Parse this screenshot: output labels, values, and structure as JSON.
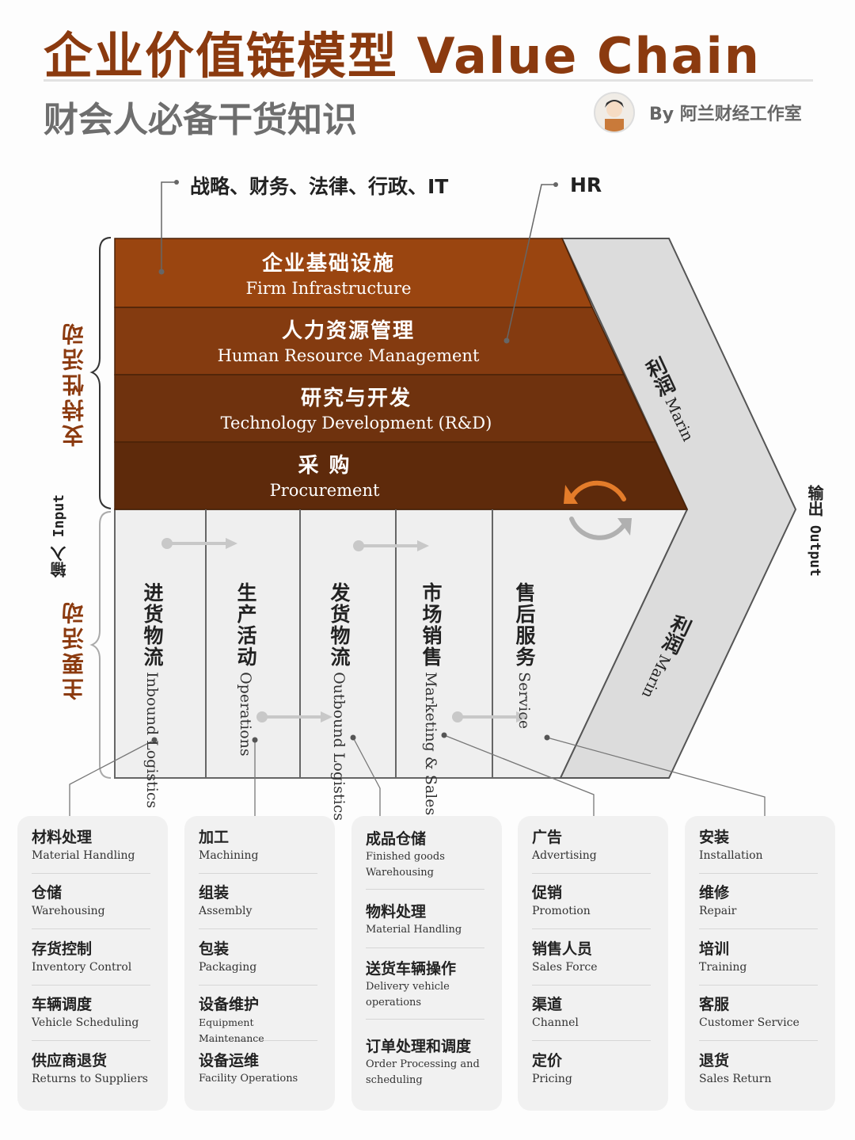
{
  "header": {
    "title": "企业价值链模型 Value Chain",
    "subtitle": "财会人必备干货知识",
    "author": "By 阿兰财经工作室"
  },
  "notes": {
    "left": "战略、财务、法律、行政、IT",
    "hr": "HR"
  },
  "labels": {
    "support": "支持性活动",
    "primary": "主要活动",
    "input_cn": "输入",
    "input_en": "Input",
    "output_cn": "输出",
    "output_en": "Output"
  },
  "support_activities": [
    {
      "cn": "企业基础设施",
      "en": "Firm Infrastructure"
    },
    {
      "cn": "人力资源管理",
      "en": "Human Resource Management"
    },
    {
      "cn": "研究与开发",
      "en": "Technology Development (R&D)"
    },
    {
      "cn": "采 购",
      "en": "Procurement"
    }
  ],
  "margin": {
    "cn": "利润",
    "en": "Marin"
  },
  "primary_activities": [
    {
      "cn": "进货物流",
      "en": "Inbound Logistics"
    },
    {
      "cn": "生产活动",
      "en": "Operations"
    },
    {
      "cn": "发货物流",
      "en": "Outbound Logistics"
    },
    {
      "cn": "市场销售",
      "en": "Marketing & Sales"
    },
    {
      "cn": "售后服务",
      "en": "Service"
    }
  ],
  "detail_cards": [
    {
      "items": [
        {
          "cn": "材料处理",
          "en": "Material Handling"
        },
        {
          "cn": "仓储",
          "en": "Warehousing"
        },
        {
          "cn": "存货控制",
          "en": "Inventory Control"
        },
        {
          "cn": "车辆调度",
          "en": "Vehicle Scheduling"
        },
        {
          "cn": "供应商退货",
          "en": "Returns to Suppliers"
        }
      ]
    },
    {
      "items": [
        {
          "cn": "加工",
          "en": "Machining"
        },
        {
          "cn": "组装",
          "en": "Assembly"
        },
        {
          "cn": "包装",
          "en": "Packaging"
        },
        {
          "cn": "设备维护",
          "en": "Equipment Maintenance"
        },
        {
          "cn": "设备运维",
          "en": "Facility Operations"
        }
      ]
    },
    {
      "items": [
        {
          "cn": "成品仓储",
          "en": "Finished goods Warehousing"
        },
        {
          "cn": "物料处理",
          "en": "Material Handling"
        },
        {
          "cn": "送货车辆操作",
          "en": "Delivery vehicle operations"
        },
        {
          "cn": "订单处理和调度",
          "en": "Order Processing and scheduling"
        }
      ]
    },
    {
      "items": [
        {
          "cn": "广告",
          "en": "Advertising"
        },
        {
          "cn": "促销",
          "en": "Promotion"
        },
        {
          "cn": "销售人员",
          "en": "Sales Force"
        },
        {
          "cn": "渠道",
          "en": "Channel"
        },
        {
          "cn": "定价",
          "en": "Pricing"
        }
      ]
    },
    {
      "items": [
        {
          "cn": "安装",
          "en": "Installation"
        },
        {
          "cn": "维修",
          "en": "Repair"
        },
        {
          "cn": "培训",
          "en": "Training"
        },
        {
          "cn": "客服",
          "en": "Customer Service"
        },
        {
          "cn": "退货",
          "en": "Sales Return"
        }
      ]
    }
  ],
  "colors": {
    "brand": "#8b3a0f",
    "row1": "#9a4510",
    "row2": "#843b10",
    "row3": "#6f320e",
    "row4": "#5e2a0b",
    "primary_bg": "#efefef",
    "chevron": "#dcdcdc",
    "cycle_orange": "#e47c2a",
    "cycle_gray": "#b0b0b0"
  }
}
